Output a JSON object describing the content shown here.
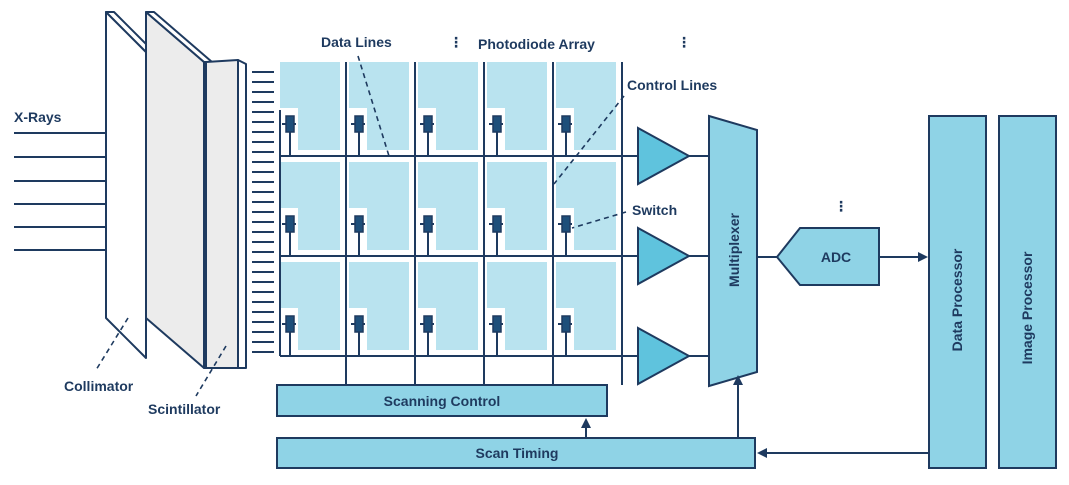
{
  "labels": {
    "xrays": "X-Rays",
    "collimator": "Collimator",
    "scintillator": "Scintillator",
    "data_lines": "Data Lines",
    "photodiode_array": "Photodiode Array",
    "control_lines": "Control Lines",
    "switch": "Switch",
    "multiplexer": "Multiplexer",
    "adc": "ADC",
    "data_processor": "Data Processor",
    "image_processor": "Image Processor",
    "scanning_control": "Scanning Control",
    "scan_timing": "Scan Timing",
    "ellipsis": "⋮"
  },
  "colors": {
    "stroke": "#1e3a5f",
    "cell_fill": "#b9e3ef",
    "block_fill": "#8fd3e6",
    "amp_fill": "#5fc3dd",
    "plate_fill": "#ffffff",
    "plate_fill2": "#ececec"
  },
  "array": {
    "rows": 3,
    "cols": 5
  }
}
